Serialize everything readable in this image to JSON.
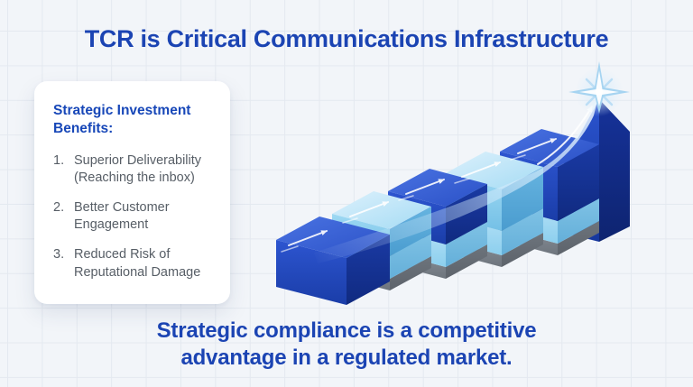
{
  "slide": {
    "title": "TCR is Critical Communications Infrastructure",
    "tagline": "Strategic compliance is a competitive\nadvantage in a regulated market."
  },
  "benefits_card": {
    "heading": "Strategic Investment\nBenefits:",
    "items": [
      {
        "num": "1.",
        "text": "Superior Deliverability\n(Reaching the inbox)"
      },
      {
        "num": "2.",
        "text": "Better Customer\nEngagement"
      },
      {
        "num": "3.",
        "text": "Reduced Risk of\nReputational Damage"
      }
    ]
  },
  "illustration": {
    "description": "3D ascending staircase of blocks with swoosh arrow rising to a sparkle star",
    "step_count": 5,
    "colors": {
      "royal_blue_front": "#1f46bc",
      "royal_blue_side": "#13308f",
      "royal_blue_top": "#3a63d6",
      "sky_blue_front": "#84c9ec",
      "sky_blue_side": "#55a9d8",
      "sky_blue_top": "#c9e9f9",
      "middle_layer_blue": "#a2d8f2",
      "gray_base": "#7d858f",
      "swoosh": "#d9eefc",
      "star_rays": "#a6d4f1",
      "star_core": "#ffffff"
    }
  },
  "theme": {
    "background": "#f2f5f9",
    "grid_line": "#e4e9f0",
    "title_color": "#1b44b3",
    "heading_color": "#1747b8",
    "body_text": "#575e66",
    "card_background": "#ffffff"
  }
}
